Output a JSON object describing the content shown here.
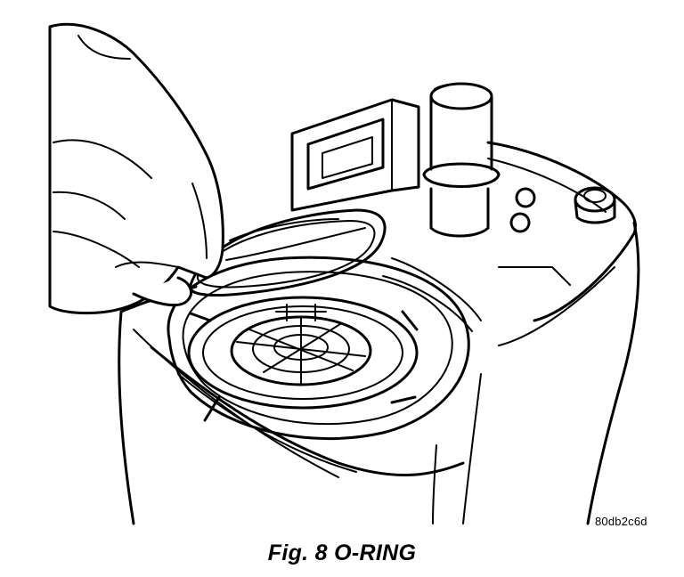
{
  "figure": {
    "caption_prefix": "Fig. 8",
    "caption_title": "O-RING",
    "reference_code": "80db2c6d"
  },
  "colors": {
    "ink": "#000000",
    "paper": "#ffffff"
  },
  "icons": {
    "hand": "hand-icon",
    "o_ring": "o-ring-icon",
    "housing": "filter-housing-icon"
  }
}
